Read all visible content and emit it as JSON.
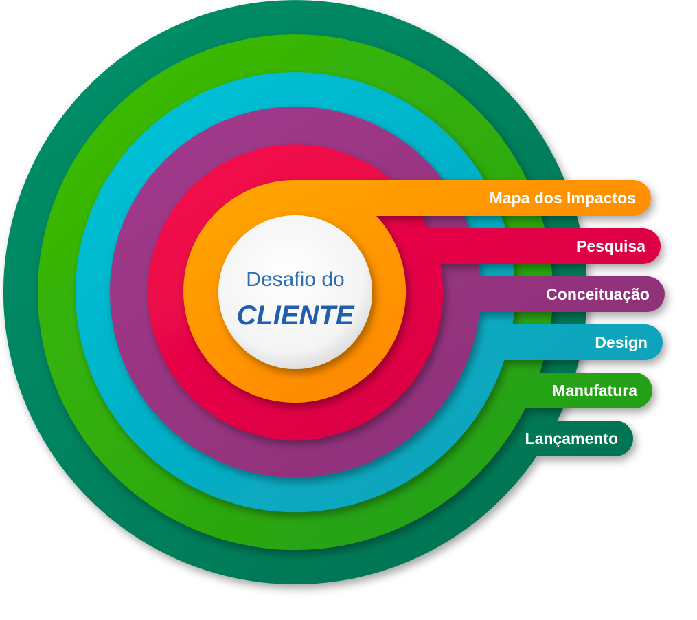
{
  "center": {
    "line1": "Desafio do",
    "line2": "CLIENTE"
  },
  "rings": [
    {
      "label": "Lançamento",
      "color": "#00916a",
      "color_dark": "#00704f"
    },
    {
      "label": "Manufatura",
      "color": "#3fbd00",
      "color_dark": "#1f9a1a"
    },
    {
      "label": "Design",
      "color": "#00c4d9",
      "color_dark": "#0b9bb4"
    },
    {
      "label": "Conceituação",
      "color": "#a23a8c",
      "color_dark": "#8a2f74"
    },
    {
      "label": "Pesquisa",
      "color": "#f50a4c",
      "color_dark": "#d10040"
    },
    {
      "label": "Mapa dos Impactos",
      "color": "#ffa800",
      "color_dark": "#ff7a00"
    }
  ]
}
